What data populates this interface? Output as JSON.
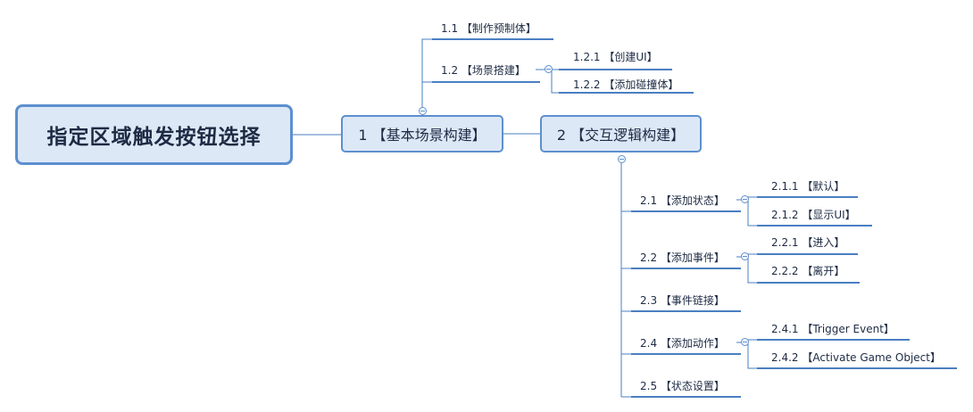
{
  "root": {
    "label": "指定区域触发按钮选择"
  },
  "main": [
    {
      "label": "1 【基本场景构建】"
    },
    {
      "label": "2 【交互逻辑构建】"
    }
  ],
  "branch1": {
    "items": [
      {
        "label": "1.1 【制作预制体】"
      },
      {
        "label": "1.2 【场景搭建】",
        "children": [
          {
            "label": "1.2.1 【创建UI】"
          },
          {
            "label": "1.2.2 【添加碰撞体】"
          }
        ]
      }
    ]
  },
  "branch2": {
    "items": [
      {
        "label": "2.1 【添加状态】",
        "children": [
          {
            "label": "2.1.1 【默认】"
          },
          {
            "label": "2.1.2 【显示UI】"
          }
        ]
      },
      {
        "label": "2.2 【添加事件】",
        "children": [
          {
            "label": "2.2.1 【进入】"
          },
          {
            "label": "2.2.2 【离开】"
          }
        ]
      },
      {
        "label": "2.3 【事件链接】"
      },
      {
        "label": "2.4 【添加动作】",
        "children": [
          {
            "label": "2.4.1 【Trigger Event】"
          },
          {
            "label": "2.4.2 【Activate Game Object】"
          }
        ]
      },
      {
        "label": "2.5 【状态设置】"
      }
    ]
  },
  "colors": {
    "line": "#4a7fc1",
    "node_fill": "#dde8f6",
    "node_border": "#5d8fcf",
    "text": "#1d2b44"
  }
}
